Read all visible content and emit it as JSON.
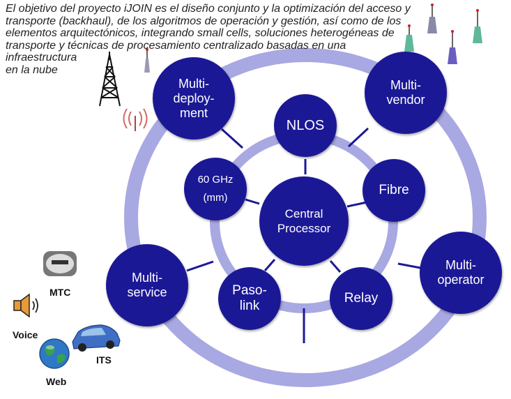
{
  "description": [
    "El objetivo del proyecto iJOIN es el diseño conjunto y la optimización del acceso y",
    "transporte (backhaul), de los algoritmos de operación y gestión, así como de los",
    "elementos arquitectónicos, integrando small cells, soluciones heterogéneas de",
    "transporte y técnicas de procesamiento centralizado basadas en una",
    "infraestructura",
    "en la nube"
  ],
  "center": [
    "Central",
    "Processor"
  ],
  "inner_nodes": {
    "nlos": "NLOS",
    "fibre": "Fibre",
    "relay": "Relay",
    "pasolink": [
      "Paso-",
      "link"
    ],
    "ghz60": [
      "60 GHz",
      "(mm)"
    ]
  },
  "outer_nodes": {
    "multi_deployment": [
      "Multi-",
      "deploy-",
      "ment"
    ],
    "multi_vendor": [
      "Multi-",
      "vendor"
    ],
    "multi_operator": [
      "Multi-",
      "operator"
    ],
    "multi_service": [
      "Multi-",
      "service"
    ]
  },
  "service_labels": {
    "mtc": "MTC",
    "voice": "Voice",
    "its": "ITS",
    "web": "Web"
  },
  "colors": {
    "node": "#1b1896",
    "ring": "#a8a8e2",
    "spoke": "#1b1896",
    "text": "#222222"
  },
  "icons": [
    "cell-tower-icon",
    "antenna-icon",
    "radio-waves-icon",
    "meter-icon",
    "speaker-icon",
    "globe-icon",
    "car-icon"
  ]
}
